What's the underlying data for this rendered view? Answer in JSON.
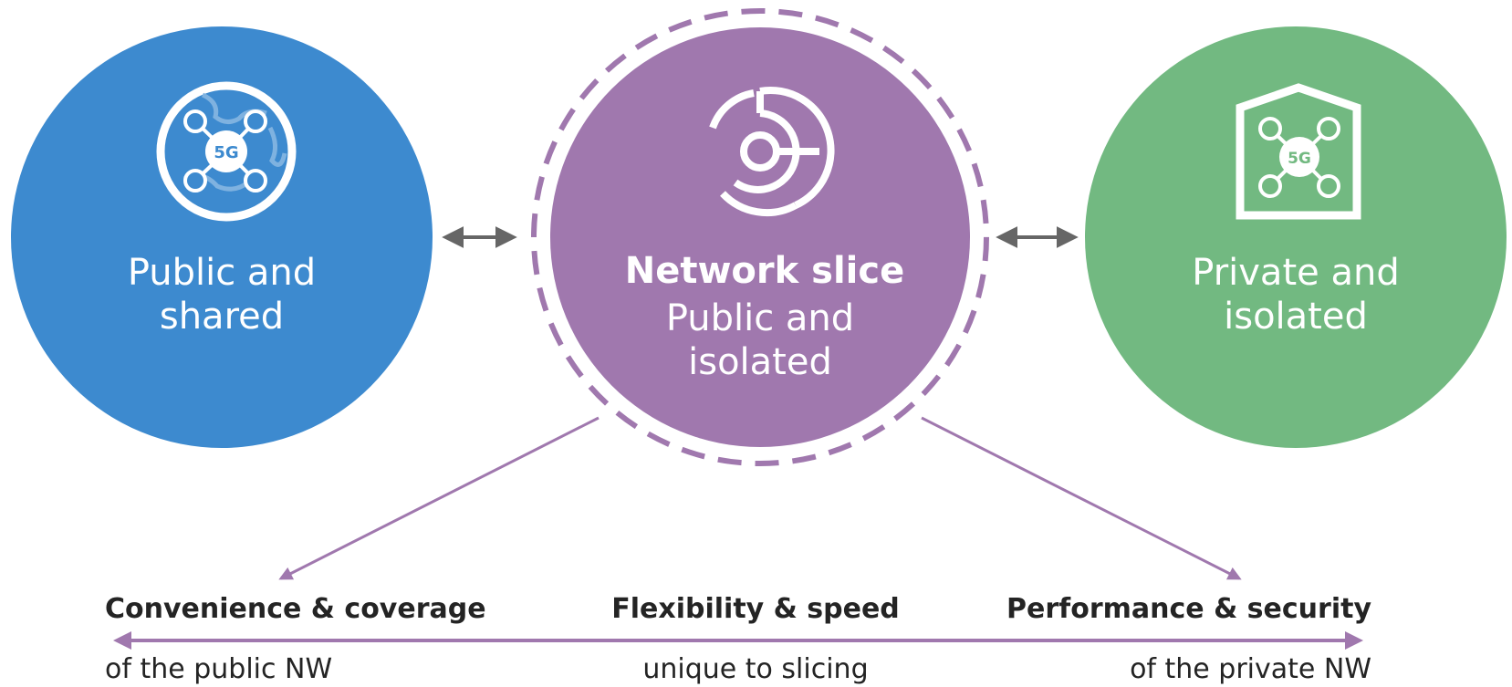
{
  "colors": {
    "public": "#3d8acf",
    "slice": "#a078ae",
    "private": "#72b981",
    "arrow_gray": "#666666",
    "accent_line": "#a078ae",
    "text_dark": "#242424"
  },
  "circles": {
    "public": {
      "icon": "globe-5g-icon",
      "badge": "5G",
      "line1": "Public and",
      "line2": "shared"
    },
    "slice": {
      "icon": "network-slice-icon",
      "title": "Network slice",
      "line1": "Public and",
      "line2": "isolated"
    },
    "private": {
      "icon": "house-5g-icon",
      "badge": "5G",
      "line1": "Private and",
      "line2": "isolated"
    }
  },
  "bottom": {
    "left": {
      "title": "Convenience & coverage",
      "sub": "of the public NW"
    },
    "center": {
      "title": "Flexibility & speed",
      "sub": "unique to slicing"
    },
    "right": {
      "title": "Performance & security",
      "sub": "of the private NW"
    }
  }
}
